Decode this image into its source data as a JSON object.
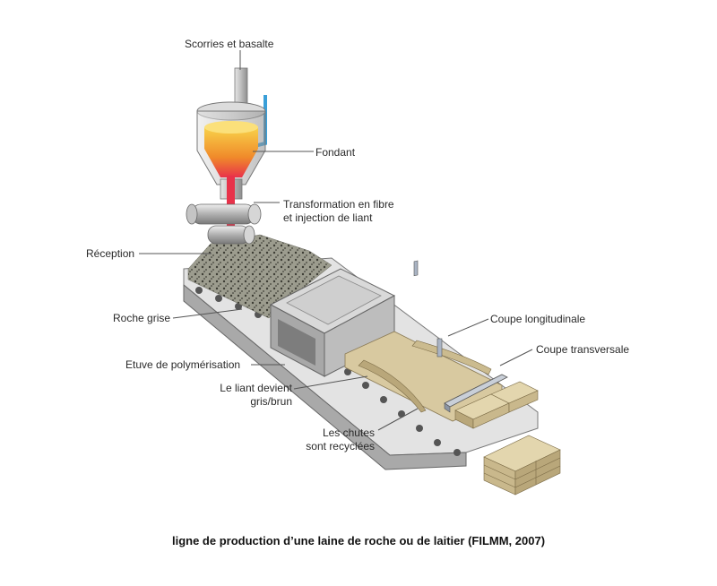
{
  "labels": {
    "scorries": "Scorries et basalte",
    "fondant": "Fondant",
    "transformation_line1": "Transformation en fibre",
    "transformation_line2": "et injection de liant",
    "reception": "Réception",
    "roche_grise": "Roche grise",
    "etuve": "Etuve de polymérisation",
    "liant_line1": "Le liant devient",
    "liant_line2": "gris/brun",
    "chutes_line1": "Les chutes",
    "chutes_line2": "sont recyclées",
    "coupe_longitudinale": "Coupe longitudinale",
    "coupe_transversale": "Coupe transversale"
  },
  "caption": "ligne de production d’une laine de roche ou de laitier (FILMM, 2007)",
  "colors": {
    "wool": "#d8c9a0",
    "wool_dark": "#b9a77a",
    "melt": "#f2a23a",
    "stream": "#e8324a",
    "pipe": "#3a9fd8",
    "oven": "#c9c9c9",
    "metal": "#bfbfbf"
  }
}
